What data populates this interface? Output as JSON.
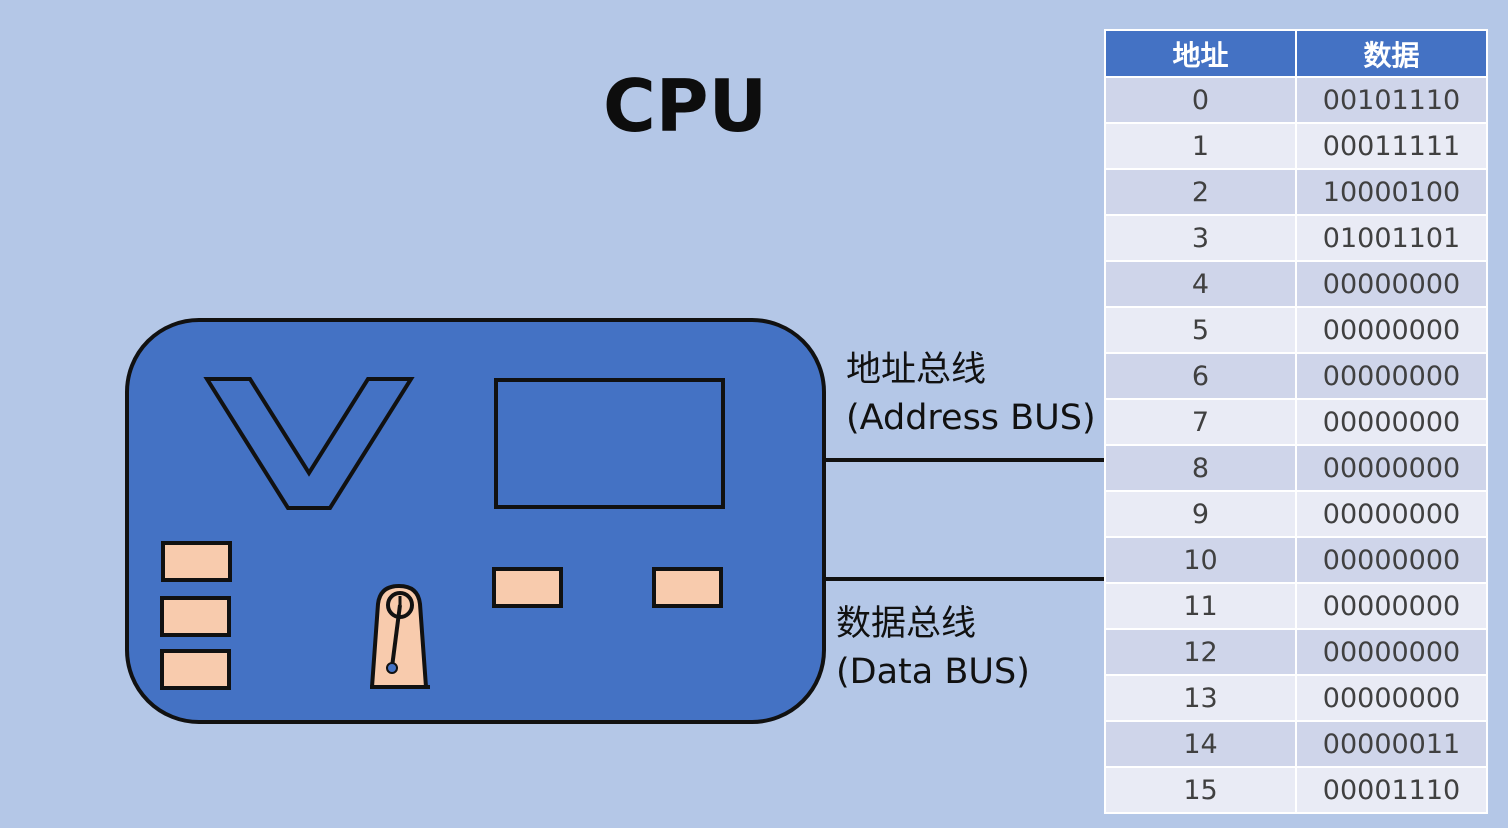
{
  "title": "CPU",
  "address_bus": {
    "line1": "地址总线",
    "line2": "(Address BUS)"
  },
  "data_bus": {
    "line1": "数据总线",
    "line2": "(Data BUS)"
  },
  "memory_table": {
    "headers": {
      "address": "地址",
      "data": "数据"
    },
    "rows": [
      {
        "address": "0",
        "data": "00101110"
      },
      {
        "address": "1",
        "data": "00011111"
      },
      {
        "address": "2",
        "data": "10000100"
      },
      {
        "address": "3",
        "data": "01001101"
      },
      {
        "address": "4",
        "data": "00000000"
      },
      {
        "address": "5",
        "data": "00000000"
      },
      {
        "address": "6",
        "data": "00000000"
      },
      {
        "address": "7",
        "data": "00000000"
      },
      {
        "address": "8",
        "data": "00000000"
      },
      {
        "address": "9",
        "data": "00000000"
      },
      {
        "address": "10",
        "data": "00000000"
      },
      {
        "address": "11",
        "data": "00000000"
      },
      {
        "address": "12",
        "data": "00000000"
      },
      {
        "address": "13",
        "data": "00000000"
      },
      {
        "address": "14",
        "data": "00000011"
      },
      {
        "address": "15",
        "data": "00001110"
      }
    ]
  },
  "colors": {
    "background": "#b4c7e7",
    "cpu_body": "#4472c4",
    "component_fill": "#f8cbad",
    "table_header": "#4472c4",
    "row_dark": "#cfd5ea",
    "row_light": "#e9ebf5"
  }
}
